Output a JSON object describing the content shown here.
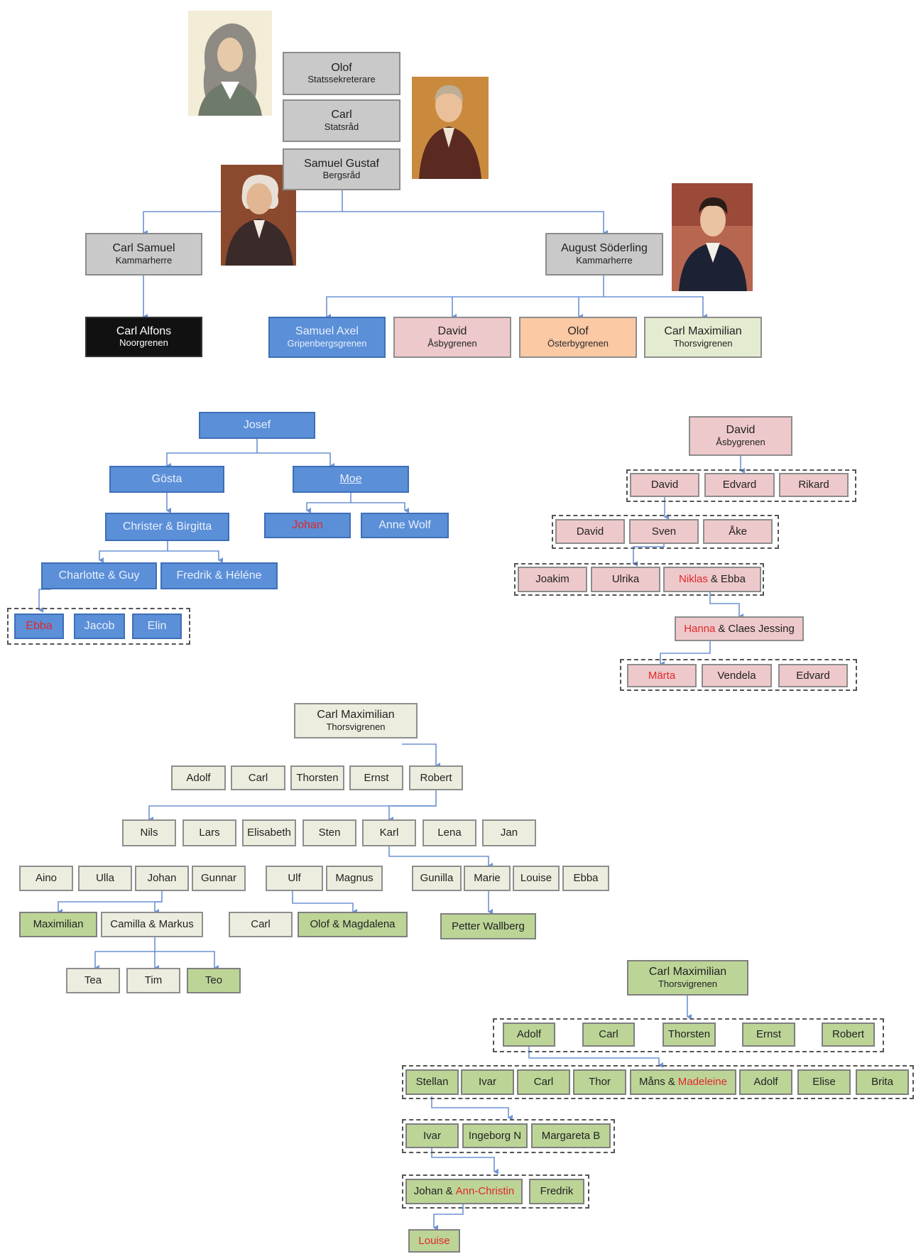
{
  "top": {
    "olof": {
      "name": "Olof",
      "title": "Statssekreterare"
    },
    "carl": {
      "name": "Carl",
      "title": "Statsråd"
    },
    "samuel": {
      "name": "Samuel Gustaf",
      "title": "Bergsråd"
    },
    "carl_samuel": {
      "name": "Carl Samuel",
      "title": "Kammarherre"
    },
    "august": {
      "name": "August Söderling",
      "title": "Kammarherre"
    },
    "carl_alfons": {
      "name": "Carl Alfons",
      "title": "Noorgrenen"
    },
    "samuel_axel": {
      "name": "Samuel Axel",
      "title": "Gripenbergsgrenen"
    },
    "david": {
      "name": "David",
      "title": "Åsbygrenen"
    },
    "olof_o": {
      "name": "Olof",
      "title": "Österbygrenen"
    },
    "carl_max": {
      "name": "Carl Maximilian",
      "title": "Thorsvigrenen"
    }
  },
  "blue_tree": {
    "josef": "Josef",
    "gosta": "Gösta",
    "moe": "Moe",
    "christer": "Christer & Birgitta",
    "johan": "Johan",
    "anne": "Anne Wolf",
    "charlotte": "Charlotte & Guy",
    "fredrik": "Fredrik & Héléne",
    "ebba": "Ebba",
    "jacob": "Jacob",
    "elin": "Elin"
  },
  "pink_tree": {
    "root": {
      "name": "David",
      "title": "Åsbygrenen"
    },
    "g1": [
      "David",
      "Edvard",
      "Rikard"
    ],
    "g2": [
      "David",
      "Sven",
      "Åke"
    ],
    "g3": [
      "Joakim",
      "Ulrika"
    ],
    "niklas": "Niklas",
    "and": "&",
    "ebba": "Ebba",
    "hanna": "Hanna",
    "claes": "Claes Jessing",
    "g5": [
      "Märta",
      "Vendela",
      "Edvard"
    ]
  },
  "cream_tree": {
    "root": {
      "name": "Carl Maximilian",
      "title": "Thorsvigrenen"
    },
    "g1": [
      "Adolf",
      "Carl",
      "Thorsten",
      "Ernst",
      "Robert"
    ],
    "g2": [
      "Nils",
      "Lars",
      "Elisabeth",
      "Sten",
      "Karl",
      "Lena",
      "Jan"
    ],
    "g3a": [
      "Aino",
      "Ulla",
      "Johan",
      "Gunnar"
    ],
    "g3b": [
      "Ulf",
      "Magnus"
    ],
    "g3c": [
      "Gunilla",
      "Marie",
      "Louise",
      "Ebba"
    ],
    "g4": [
      "Maximilian",
      "Camilla & Markus",
      "Carl",
      "Olof & Magdalena",
      "Petter Wallberg"
    ],
    "g5": [
      "Tea",
      "Tim",
      "Teo"
    ]
  },
  "green_tree": {
    "root": {
      "name": "Carl Maximilian",
      "title": "Thorsvigrenen"
    },
    "g1": [
      "Adolf",
      "Carl",
      "Thorsten",
      "Ernst",
      "Robert"
    ],
    "g2": [
      "Stellan",
      "Ivar",
      "Carl",
      "Thor"
    ],
    "mans": "Måns",
    "madeleine": "Madeleine",
    "g2b": [
      "Adolf",
      "Elise",
      "Brita"
    ],
    "g3": [
      "Ivar",
      "Ingeborg N",
      "Margareta B"
    ],
    "johan": "Johan",
    "ann": "Ann-Christin",
    "fredrik": "Fredrik",
    "louise": "Louise"
  },
  "colors": {
    "gray": "#c9c9c9",
    "black": "#111111",
    "blue": "#5b8fd8",
    "pink": "#eec9cb",
    "orange": "#fbc9a4",
    "light_green": "#e3ecd0",
    "cream": "#ededdf",
    "green": "#bcd597",
    "connector": "#6d93d3",
    "highlight_red": "#e0282a"
  }
}
